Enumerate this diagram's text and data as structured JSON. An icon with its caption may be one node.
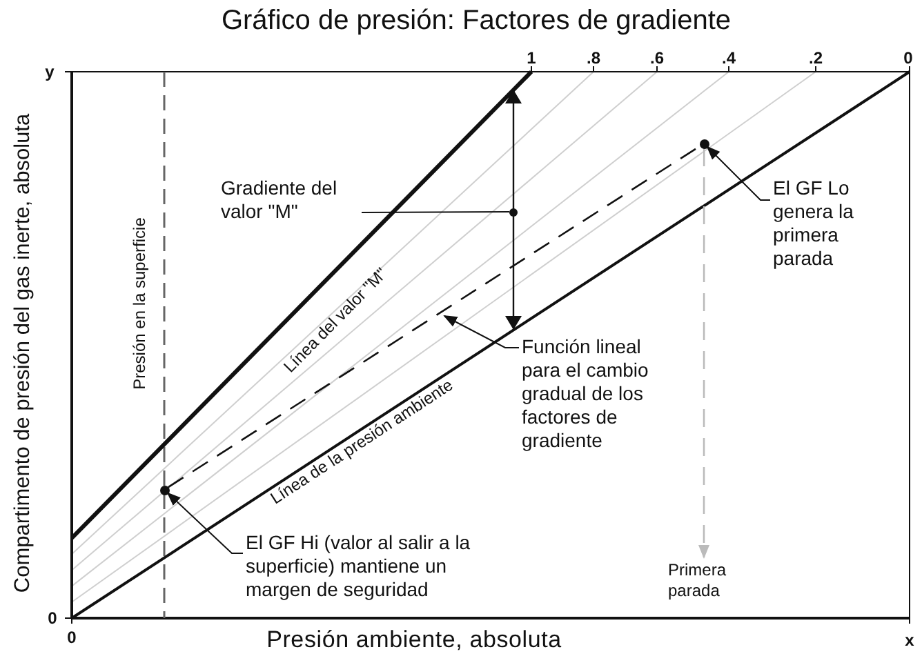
{
  "diagram": {
    "title": "Gráfico de presión: Factores de gradiente",
    "nodes": [
      {
        "text": [
          "Gradiente del valor \"M\""
        ]
      },
      {
        "text": [],
        "shape": "circle"
      },
      {
        "text": [
          "El GF Lo genera la primera parada"
        ]
      },
      {
        "text": [],
        "shape": "circle"
      },
      {
        "text": [
          "Función lineal para el cambio gradual de los factores de gradiente"
        ]
      },
      {
        "text": [
          "El GF Hi (valor al salir a la superficie) mantiene un margen de seguridad"
        ]
      },
      {
        "text": [],
        "shape": "circle"
      },
      {
        "text": [
          "Primera parada"
        ]
      }
    ],
    "edges": [
      {
        "from": 0,
        "to": 1,
        "arrow": "none"
      },
      {
        "from": 2,
        "to": 3,
        "arrow": "to"
      },
      {
        "from": 4,
        "to": null,
        "arrow": "to"
      },
      {
        "from": 5,
        "to": 6,
        "arrow": "to"
      },
      {
        "from": 3,
        "to": 7,
        "arrow": "to",
        "style": "dashed",
        "color": "#bbbbbb"
      },
      {
        "from": 6,
        "to": 3,
        "arrow": "none",
        "style": "dashed"
      }
    ],
    "labels": [
      "y",
      "1",
      ".8",
      ".6",
      ".4",
      ".2",
      "0",
      "Presión en la superficie",
      "Línea del valor \"M\"",
      "Compartimento de presión del gas inerte, absoluta",
      "Línea de la presión ambiente",
      "0",
      "0",
      "Presión ambiente, absoluta",
      "x"
    ]
  }
}
